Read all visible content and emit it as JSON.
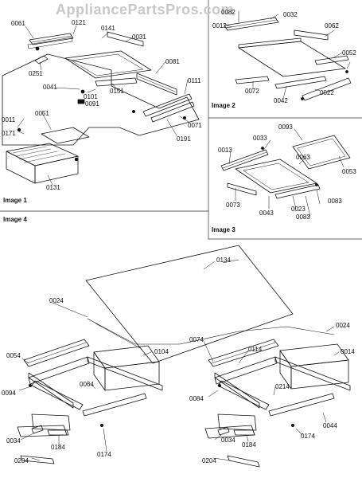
{
  "watermark": "AppliancePartsPros.com",
  "images": {
    "image1": "Image 1",
    "image2": "Image 2",
    "image3": "Image 3",
    "image4": "Image 4"
  },
  "callouts": {
    "c0061": "0061",
    "c0121": "0121",
    "c0141": "0141",
    "c0031": "0031",
    "c0251": "0251",
    "c0081": "0081",
    "c0041": "0041",
    "c0101": "0101",
    "c0091": "0091",
    "c0151": "0151",
    "c0111": "0111",
    "c0011": "0011",
    "c0051": "0051",
    "c0071": "0071",
    "c0171": "0171",
    "c0191": "0191",
    "c0131": "0131",
    "c0082": "0082",
    "c0012": "0012",
    "c0032": "0032",
    "c0062": "0062",
    "c0052": "0052",
    "c0072": "0072",
    "c0042": "0042",
    "c0022": "0022",
    "c0093": "0093",
    "c0033": "0033",
    "c0013": "0013",
    "c0063": "0063",
    "c0053": "0053",
    "c0073": "0073",
    "c0043": "0043",
    "c0023": "0023",
    "c0083a": "0083",
    "c0083b": "0083",
    "c0134": "0134",
    "c0024a": "0024",
    "c0024b": "0024",
    "c0054": "0054",
    "c0104": "0104",
    "c0074": "0074",
    "c0014": "0014",
    "c0114": "0114",
    "c0094": "0094",
    "c0064": "0064",
    "c0084": "0084",
    "c0214": "0214",
    "c0044": "0044",
    "c0034a": "0034",
    "c0184a": "0184",
    "c0174a": "0174",
    "c0034b": "0034",
    "c0184b": "0184",
    "c0174b": "0174",
    "c0204a": "0204",
    "c0204b": "0204"
  }
}
